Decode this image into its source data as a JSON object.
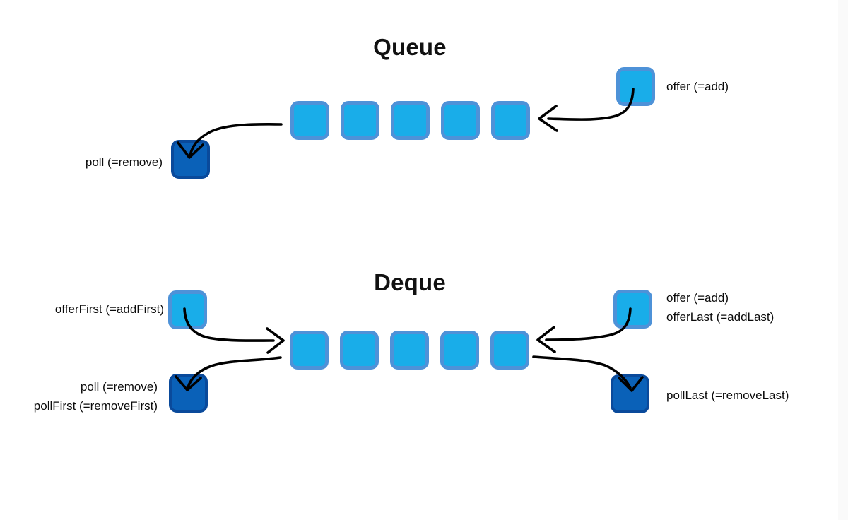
{
  "colors": {
    "cell_fill": "#19ADE9",
    "cell_border": "#4E92D8",
    "dark_fill": "#0A61B8",
    "dark_border": "#0A4A9B",
    "arrow": "#000000",
    "text": "#0b0b0b"
  },
  "queue": {
    "title": "Queue",
    "cells": 5,
    "offer_label": "offer (=add)",
    "poll_label": "poll (=remove)"
  },
  "deque": {
    "title": "Deque",
    "cells": 5,
    "offer_first_label": "offerFirst (=addFirst)",
    "offer_label_line1": "offer (=add)",
    "offer_label_line2": "offerLast (=addLast)",
    "poll_label_line1": "poll (=remove)",
    "poll_label_line2": "pollFirst (=removeFirst)",
    "poll_last_label": "pollLast (=removeLast)"
  }
}
